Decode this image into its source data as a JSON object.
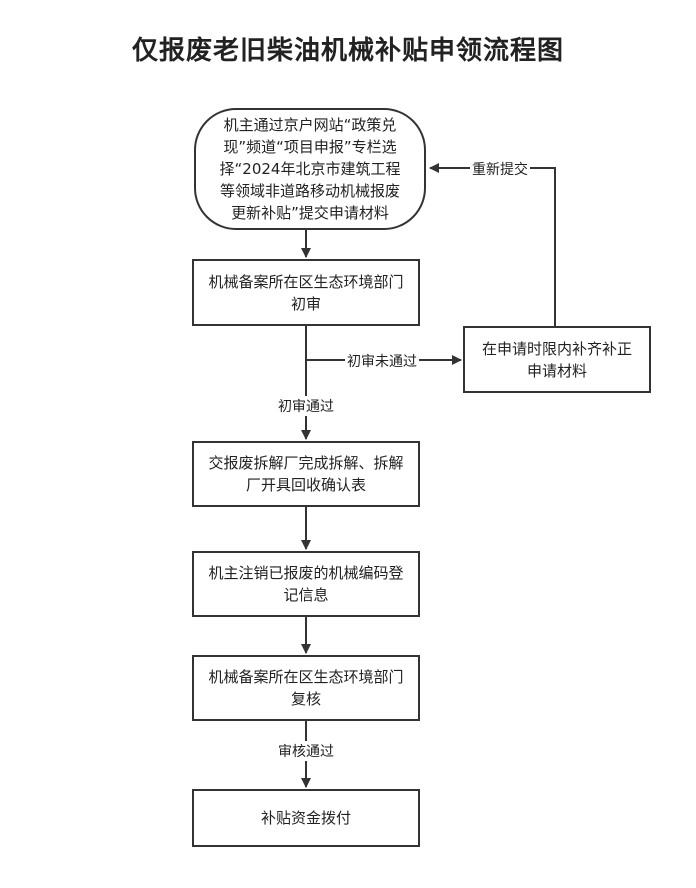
{
  "title": "仅报废老旧柴油机械补贴申领流程图",
  "steps": {
    "start": "机主通过京户网站“政策兑现”频道“项目申报”专栏选择“2024年北京市建筑工程等领域非道路移动机械报废更新补贴”提交申请材料",
    "initial_review": "机械备案所在区生态环境部门初审",
    "supplement": "在申请时限内补齐补正申请材料",
    "dismantle": "交报废拆解厂完成拆解、拆解厂开具回收确认表",
    "deregister": "机主注销已报废的机械编码登记信息",
    "recheck": "机械备案所在区生态环境部门复核",
    "payment": "补贴资金拨付"
  },
  "labels": {
    "resubmit": "重新提交",
    "initial_failed": "初审未通过",
    "initial_passed": "初审通过",
    "recheck_passed": "审核通过"
  }
}
